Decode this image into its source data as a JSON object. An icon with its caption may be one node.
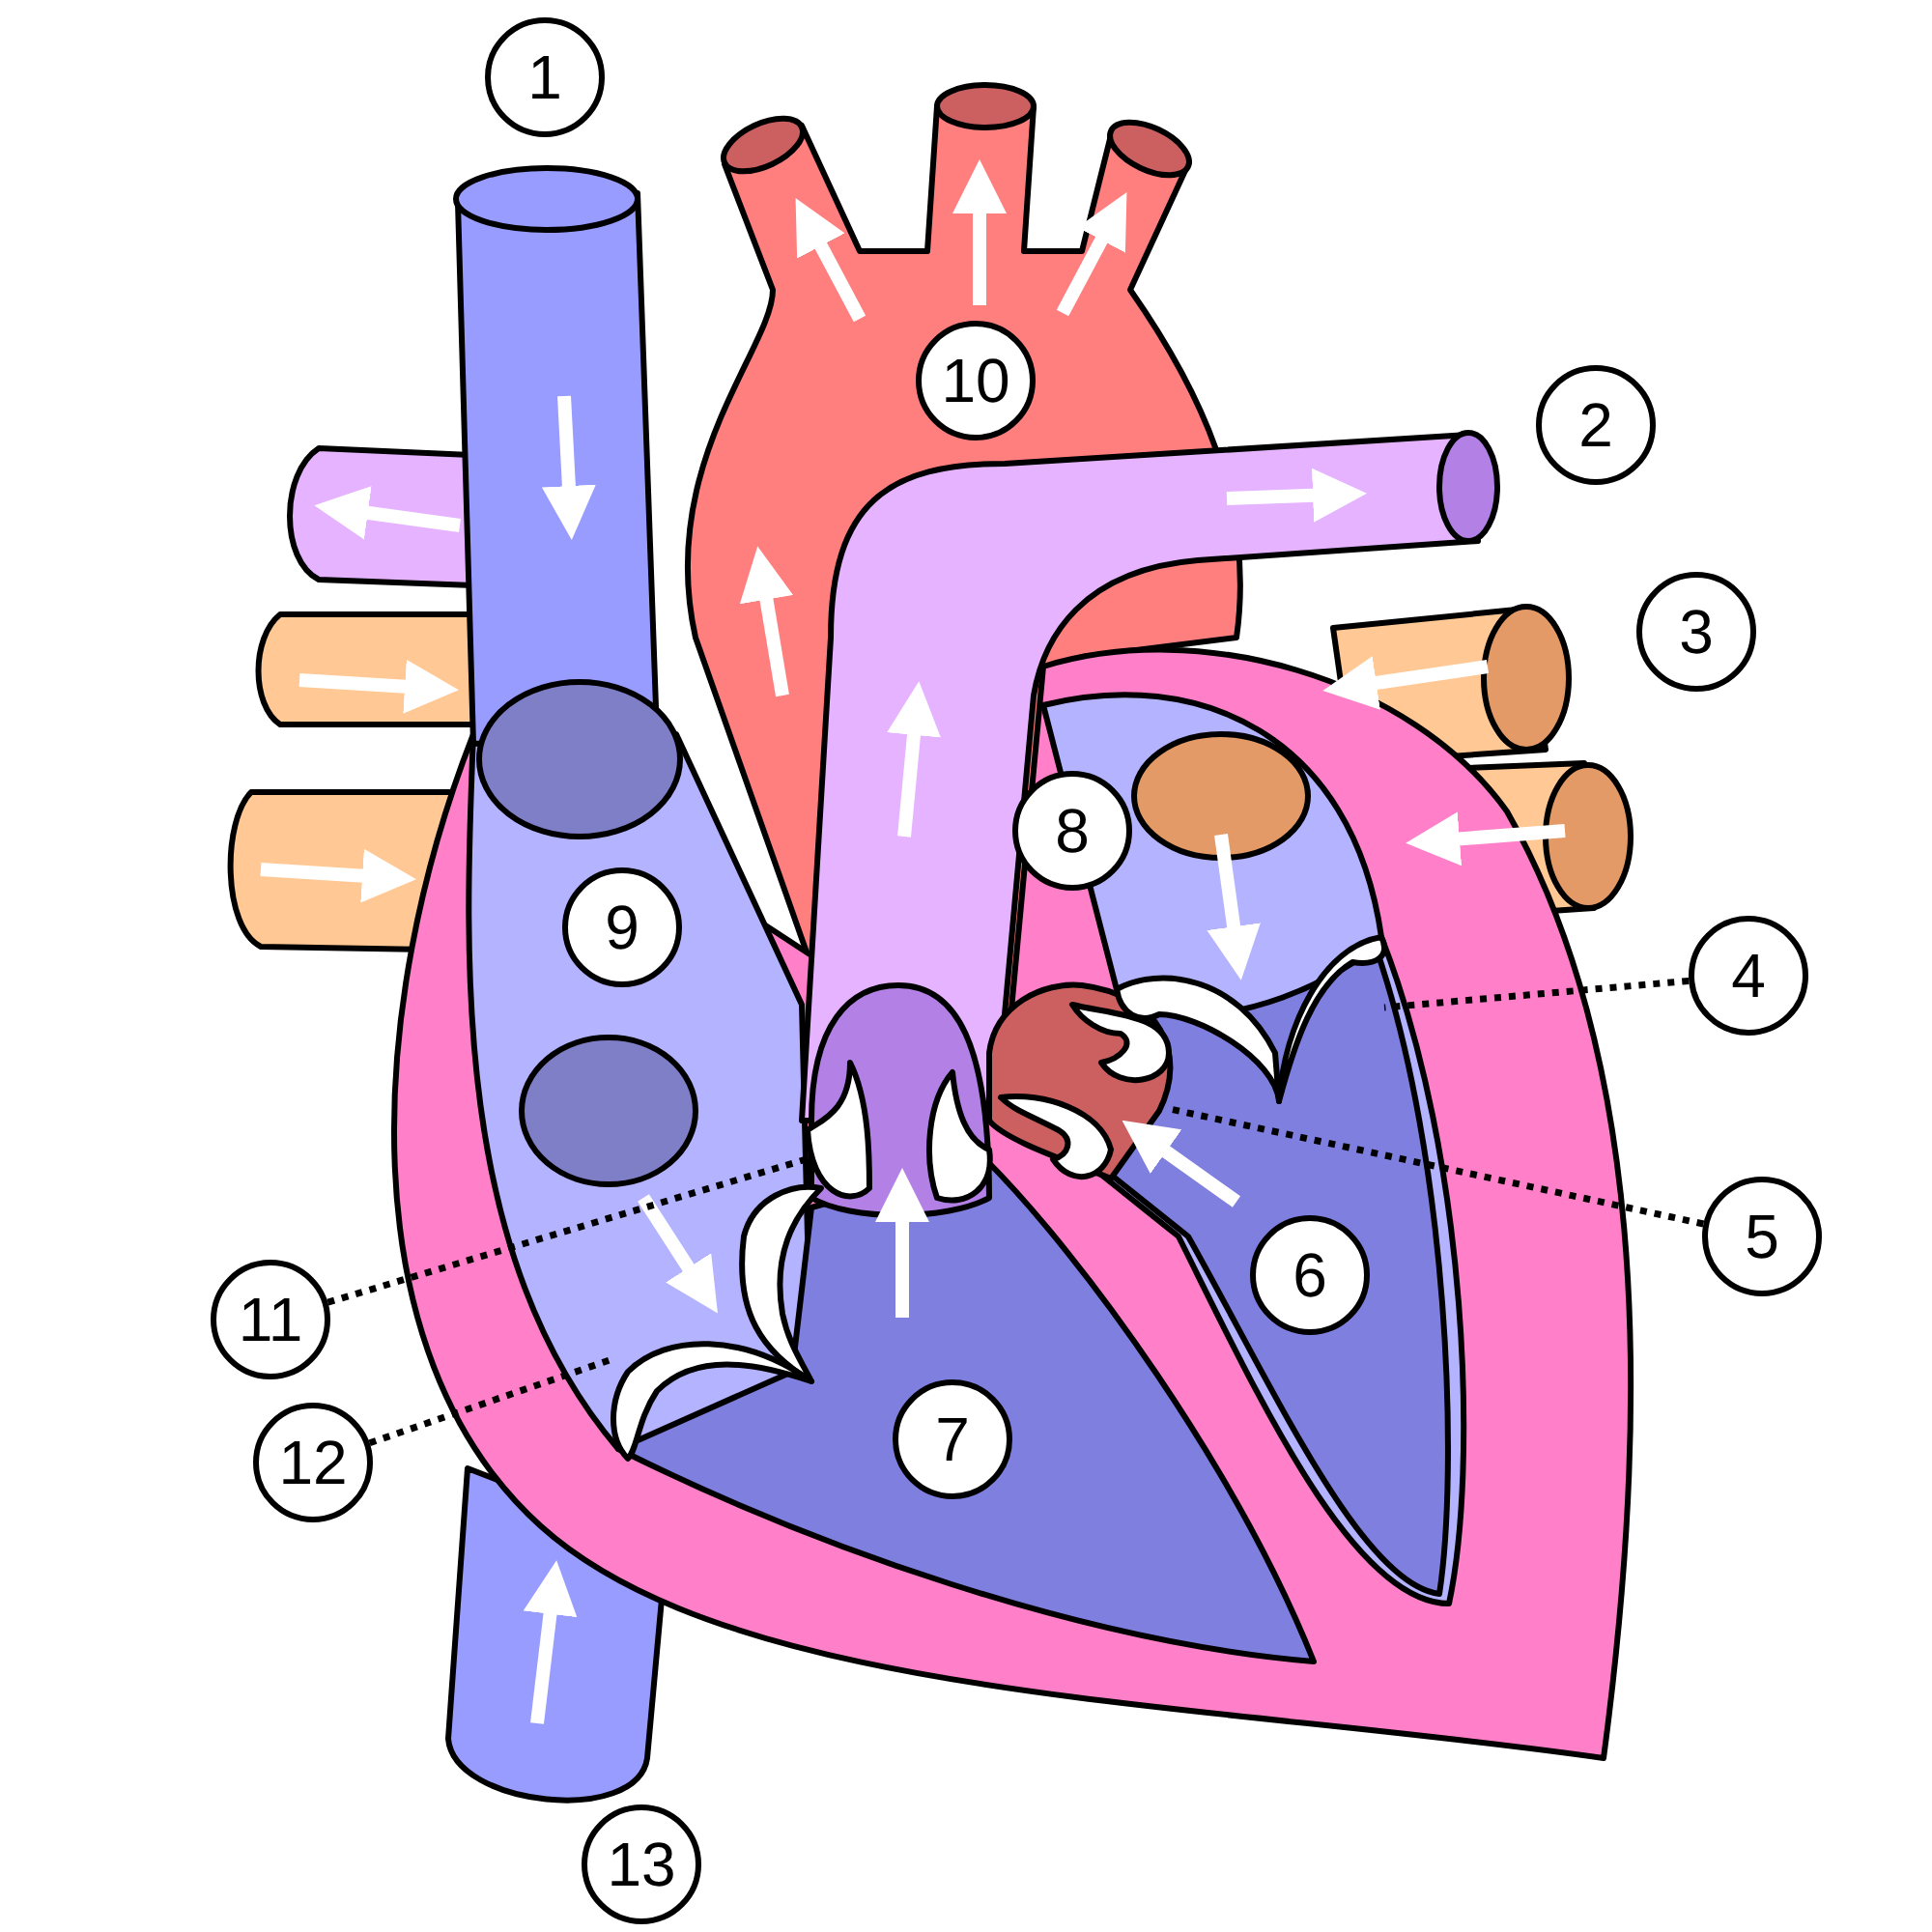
{
  "diagram": {
    "nodes": [
      {
        "text": [
          "1"
        ]
      },
      {
        "text": [
          "10"
        ]
      },
      {
        "text": [
          "2"
        ]
      },
      {
        "text": [
          "3"
        ]
      },
      {
        "text": [
          "8"
        ]
      },
      {
        "text": [
          "9"
        ]
      },
      {
        "text": [
          "4"
        ]
      },
      {
        "text": [
          "5"
        ]
      },
      {
        "text": [
          "6"
        ]
      },
      {
        "text": [
          "11"
        ]
      },
      {
        "text": [
          "7"
        ]
      },
      {
        "text": [
          "12"
        ]
      },
      {
        "text": [
          "13"
        ]
      },
      {
        "text": [],
        "shape": "picture"
      },
      {
        "text": [],
        "shape": "picture"
      },
      {
        "text": [],
        "shape": "picture"
      },
      {
        "text": [],
        "shape": "picture"
      }
    ],
    "edges": [
      {
        "from": 6,
        "to": 16,
        "arrow": "none",
        "style": "dashed"
      },
      {
        "from": 7,
        "to": 15,
        "arrow": "none",
        "style": "dashed"
      },
      {
        "from": 9,
        "to": 14,
        "arrow": "none",
        "style": "dashed"
      },
      {
        "from": 11,
        "to": 13,
        "arrow": "none",
        "style": "dashed"
      }
    ]
  }
}
